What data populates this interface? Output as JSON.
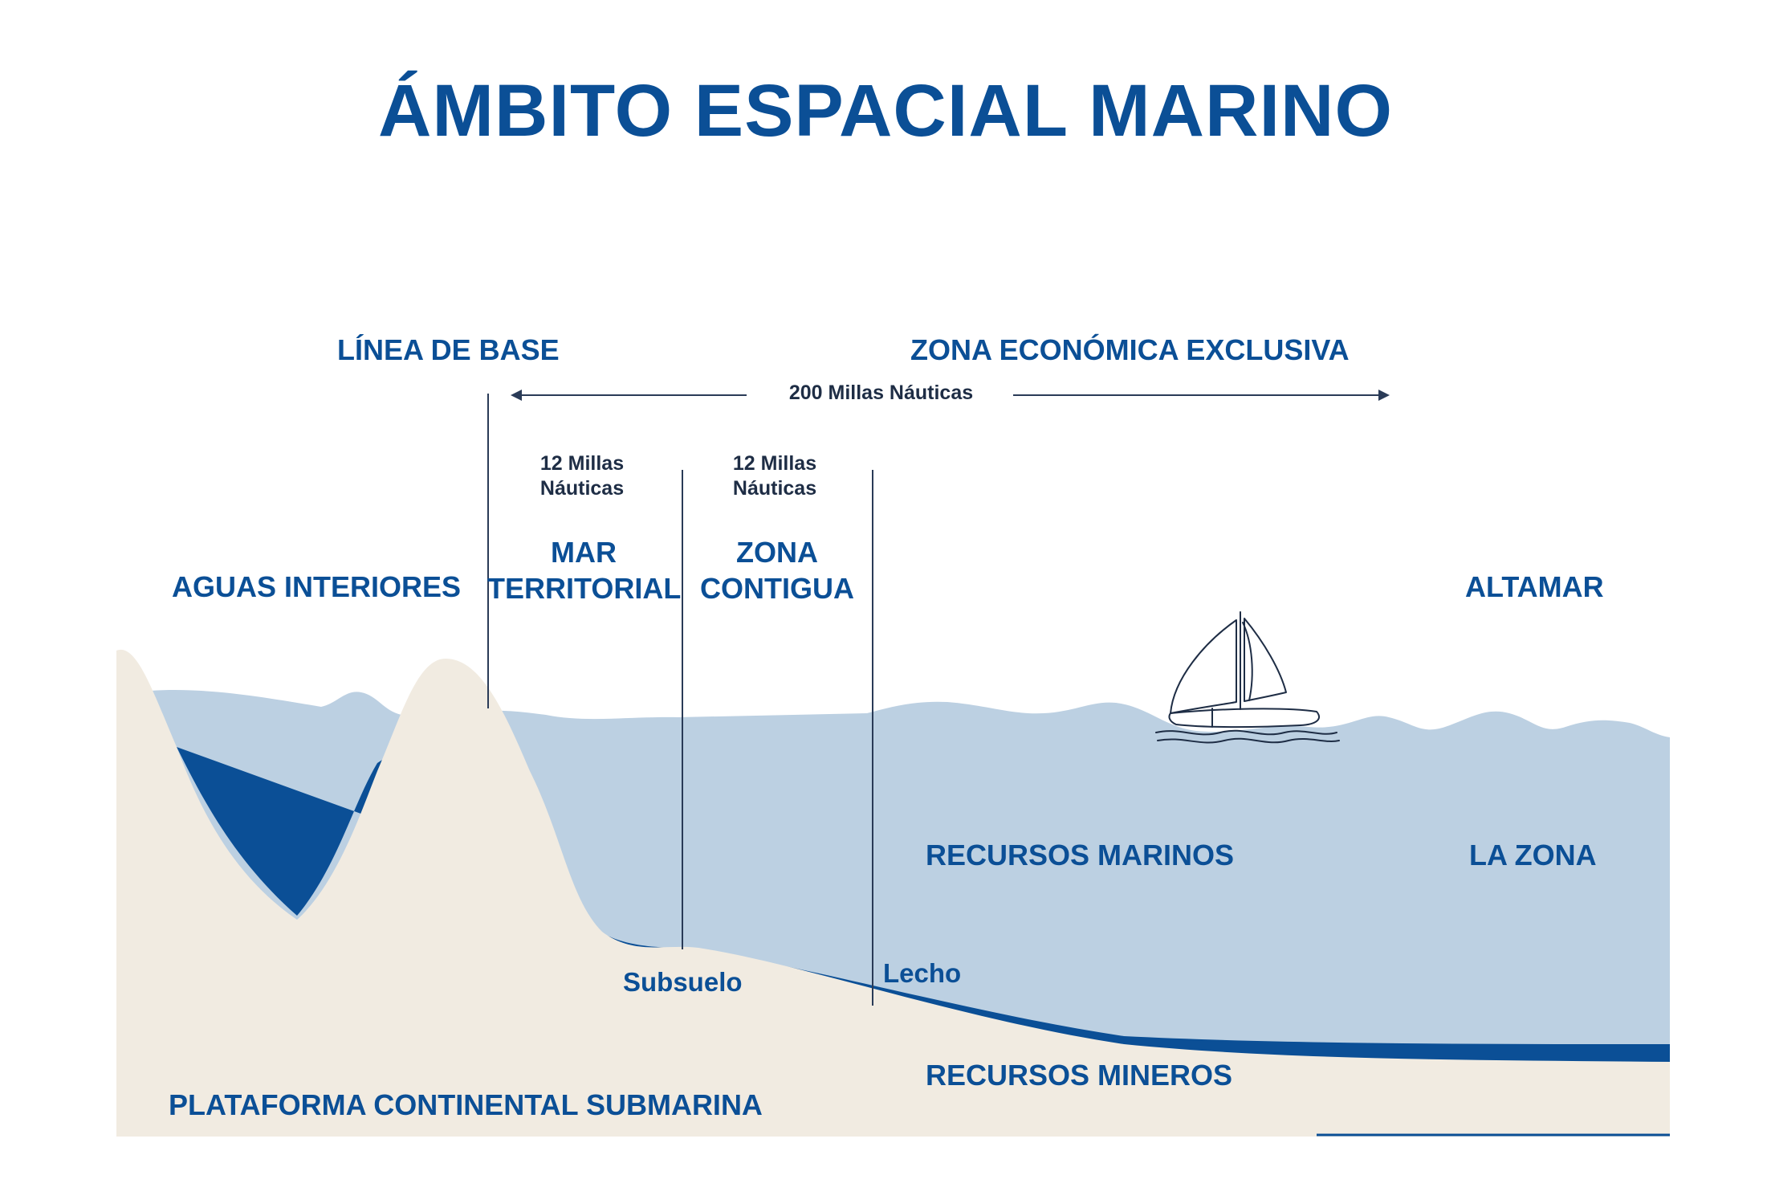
{
  "title": "ÁMBITO ESPACIAL MARINO",
  "labels": {
    "linea_de_base": "LÍNEA DE BASE",
    "zona_economica": "ZONA ECONÓMICA EXCLUSIVA",
    "millas_200": "200 Millas Náuticas",
    "millas_12_a_line1": "12 Millas",
    "millas_12_a_line2": "Náuticas",
    "millas_12_b_line1": "12 Millas",
    "millas_12_b_line2": "Náuticas",
    "aguas_interiores": "AGUAS INTERIORES",
    "mar_line1": "MAR",
    "mar_line2": "TERRITORIAL",
    "zona_line1": "ZONA",
    "zona_line2": "CONTIGUA",
    "altamar": "ALTAMAR",
    "recursos_marinos": "RECURSOS MARINOS",
    "la_zona": "LA ZONA",
    "subsuelo": "Subsuelo",
    "lecho": "Lecho",
    "recursos_mineros": "RECURSOS MINEROS",
    "plataforma": "PLATAFORMA CONTINENTAL SUBMARINA"
  },
  "colors": {
    "primary_blue": "#0b4f96",
    "dark_text": "#1e2d45",
    "water": "#bcd0e2",
    "land": "#f1ebe1",
    "seabed": "#0b4f96",
    "line": "#2a3b57"
  },
  "icons": {
    "boat": "sailboat-icon"
  }
}
